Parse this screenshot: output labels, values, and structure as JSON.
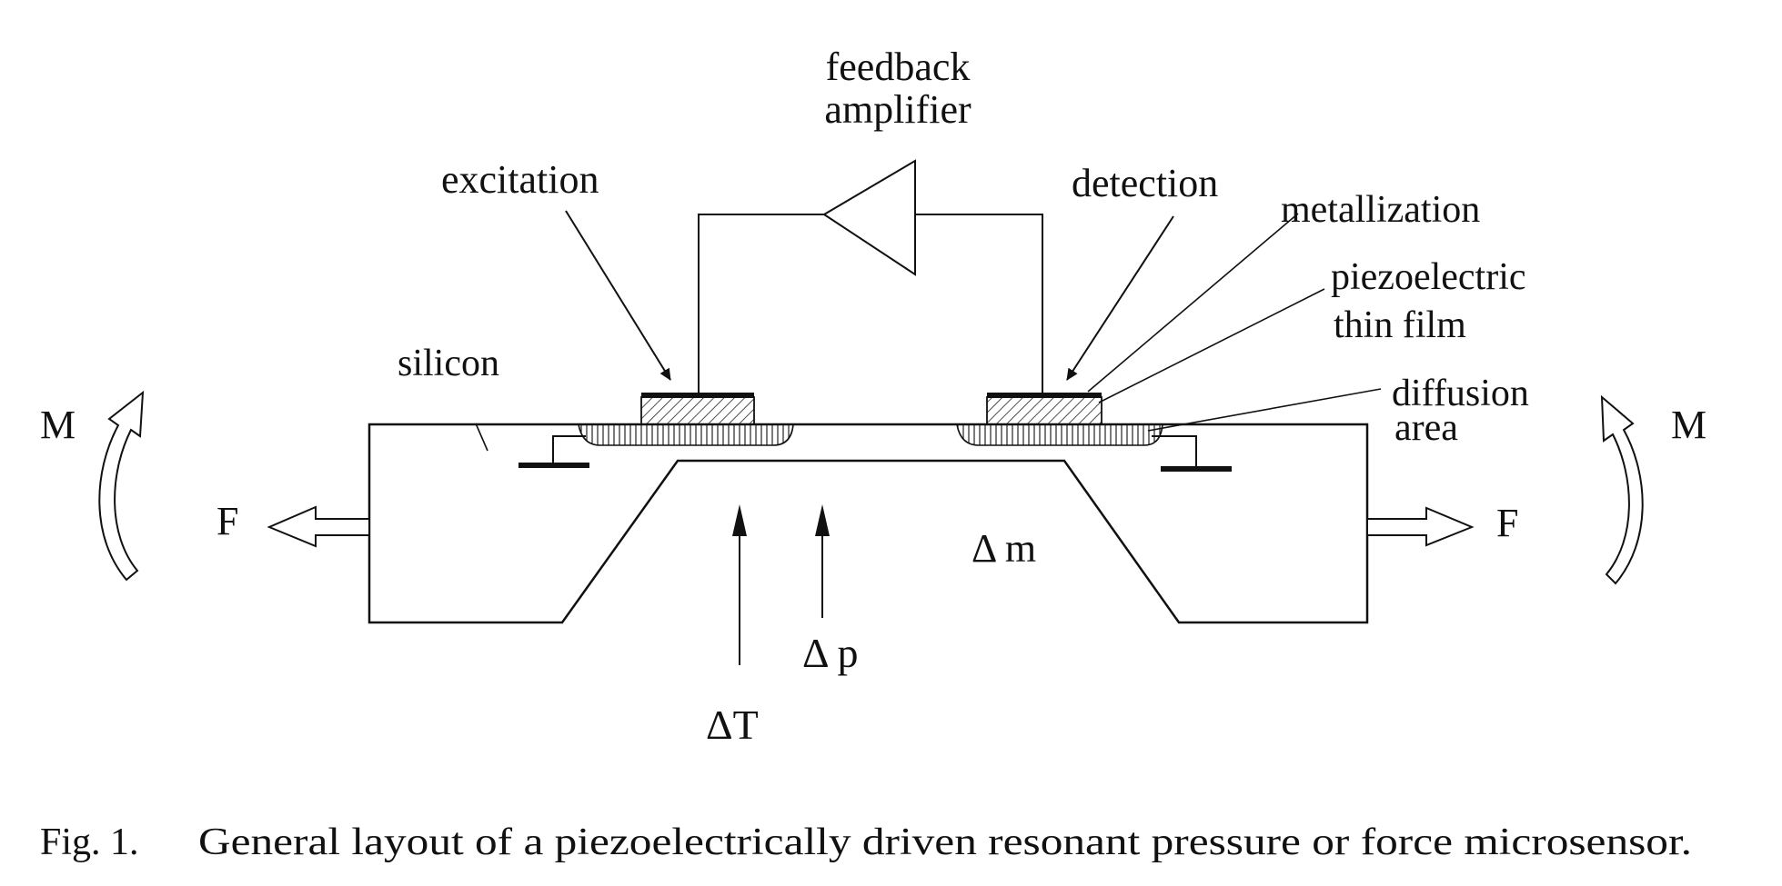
{
  "labels": {
    "feedback": "feedback",
    "amplifier": "amplifier",
    "excitation": "excitation",
    "detection": "detection",
    "metallization": "metallization",
    "piezoelectric": "piezoelectric",
    "thin_film": "thin film",
    "silicon": "silicon",
    "diffusion": "diffusion",
    "area": "area",
    "moment_left": "M",
    "moment_right": "M",
    "force_left": "F",
    "force_right": "F",
    "delta_m": "Δ m",
    "delta_p": "Δ p",
    "delta_t": "ΔT"
  },
  "caption": {
    "number": "Fig. 1.",
    "text": "General layout of a piezoelectrically driven resonant pressure or force microsensor."
  }
}
